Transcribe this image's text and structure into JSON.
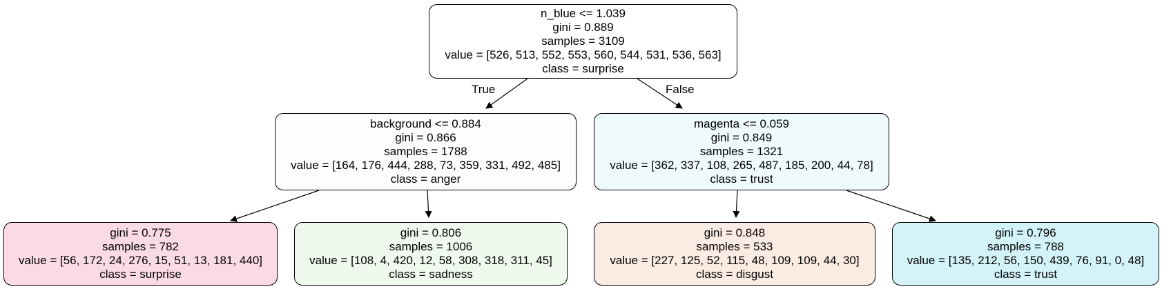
{
  "colors": {
    "root": "#ffffff",
    "left": "#fdfdfd",
    "right": "#effafc",
    "left_left": "#fadbe3",
    "left_right": "#eff9ee",
    "right_left": "#fbece3",
    "right_right": "#d3f3f8",
    "edge": "#000000"
  },
  "tree": {
    "root": {
      "condition": "n_blue <= 1.039",
      "gini": "gini = 0.889",
      "samples": "samples = 3109",
      "value": "value = [526, 513, 552, 553, 560, 544, 531, 536, 563]",
      "class": "class = surprise"
    },
    "edge_true_label": "True",
    "edge_false_label": "False",
    "left": {
      "condition": "background <= 0.884",
      "gini": "gini = 0.866",
      "samples": "samples = 1788",
      "value": "value = [164, 176, 444, 288, 73, 359, 331, 492, 485]",
      "class": "class = anger"
    },
    "right": {
      "condition": "magenta <= 0.059",
      "gini": "gini = 0.849",
      "samples": "samples = 1321",
      "value": "value = [362, 337, 108, 265, 487, 185, 200, 44, 78]",
      "class": "class = trust"
    },
    "left_left": {
      "gini": "gini = 0.775",
      "samples": "samples = 782",
      "value": "value = [56, 172, 24, 276, 15, 51, 13, 181, 440]",
      "class": "class = surprise"
    },
    "left_right": {
      "gini": "gini = 0.806",
      "samples": "samples = 1006",
      "value": "value = [108, 4, 420, 12, 58, 308, 318, 311, 45]",
      "class": "class = sadness"
    },
    "right_left": {
      "gini": "gini = 0.848",
      "samples": "samples = 533",
      "value": "value = [227, 125, 52, 115, 48, 109, 109, 44, 30]",
      "class": "class = disgust"
    },
    "right_right": {
      "gini": "gini = 0.796",
      "samples": "samples = 788",
      "value": "value = [135, 212, 56, 150, 439, 76, 91, 0, 48]",
      "class": "class = trust"
    }
  }
}
